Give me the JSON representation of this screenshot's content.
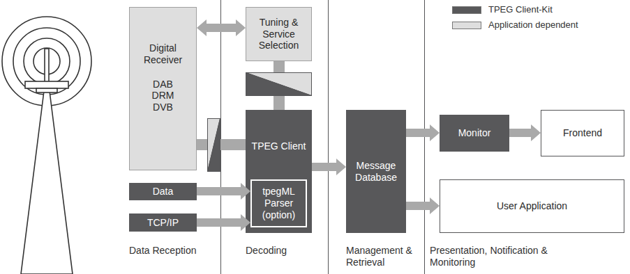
{
  "diagram": {
    "nodes": [
      {
        "text": [
          "Digital Receiver",
          "DAB DRM DVB"
        ]
      },
      {
        "text": [
          "Tuning & Service Selection"
        ]
      },
      {
        "text": [
          "TPEG Client"
        ]
      },
      {
        "text": [
          "tpegML Parser (option)"
        ],
        "in": 2
      },
      {
        "text": [
          "Data"
        ]
      },
      {
        "text": [
          "TCP/IP"
        ]
      },
      {
        "text": [
          "Message Database"
        ]
      },
      {
        "text": [
          "Monitor"
        ]
      },
      {
        "text": [
          "Frontend"
        ]
      },
      {
        "text": [
          "User Application"
        ]
      }
    ],
    "edges": [
      {
        "from": 0,
        "to": 1,
        "arrow": "both"
      },
      {
        "from": 0,
        "to": 2,
        "arrow": "none"
      },
      {
        "from": 1,
        "to": 2,
        "arrow": "none"
      },
      {
        "from": 4,
        "to": 3,
        "arrow": "to"
      },
      {
        "from": 5,
        "to": 3,
        "arrow": "to"
      },
      {
        "from": 2,
        "to": 6,
        "arrow": "to"
      },
      {
        "from": 6,
        "to": 7,
        "arrow": "to"
      },
      {
        "from": 7,
        "to": 8,
        "arrow": "to"
      },
      {
        "from": 6,
        "to": 9,
        "arrow": "to"
      }
    ],
    "labels": [
      "Data Reception",
      "Decoding",
      "Management & Retrieval",
      "Presentation, Notification & Monitoring"
    ],
    "legend": [
      {
        "text": "TPEG Client-Kit",
        "color": "#58585a"
      },
      {
        "text": "Application dependent",
        "color": "#dedede"
      }
    ]
  }
}
